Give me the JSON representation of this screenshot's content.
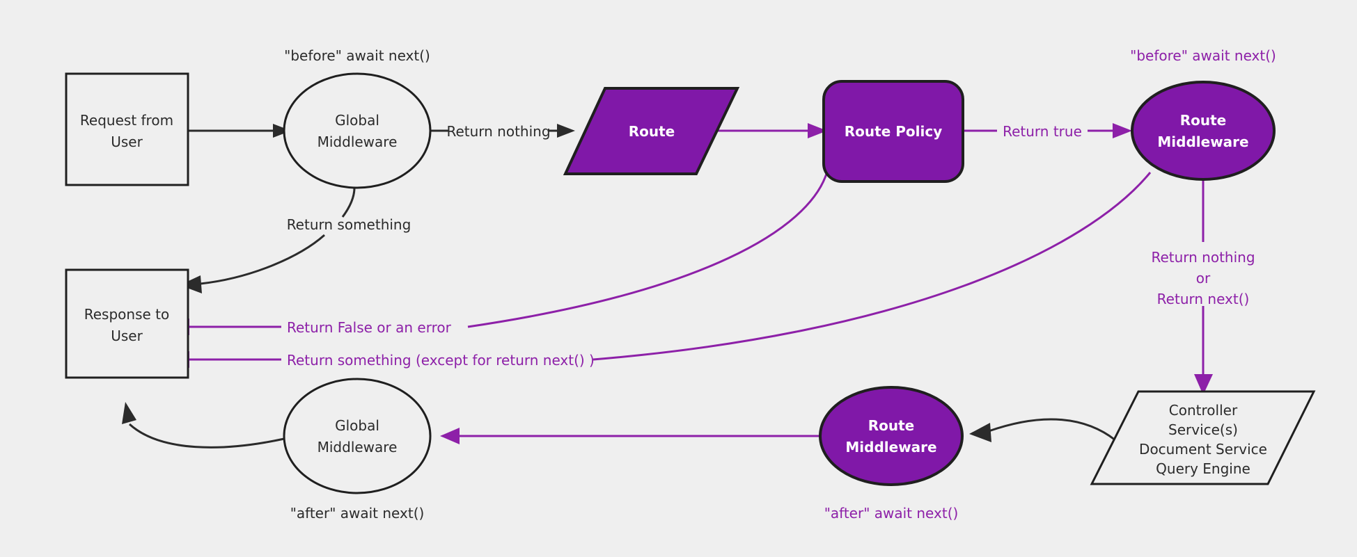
{
  "diagram": {
    "title": "Middleware request lifecycle flow",
    "background_color": "#efefef",
    "accent_color": "#8018a8",
    "line_color_dark": "#2b2b2b",
    "line_color_accent": "#8d20a8"
  },
  "nodes": {
    "request_from_user": {
      "line1": "Request from",
      "line2": "User",
      "shape": "rectangle",
      "style": "outline"
    },
    "global_middleware_top": {
      "line1": "Global",
      "line2": "Middleware",
      "shape": "ellipse",
      "style": "outline"
    },
    "route": {
      "line1": "Route",
      "shape": "parallelogram",
      "style": "filled"
    },
    "route_policy": {
      "line1": "Route Policy",
      "shape": "rounded-rectangle",
      "style": "filled"
    },
    "route_middleware_top": {
      "line1": "Route",
      "line2": "Middleware",
      "shape": "ellipse",
      "style": "filled"
    },
    "controller_stack": {
      "line1": "Controller",
      "line2": "Service(s)",
      "line3": "Document Service",
      "line4": "Query Engine",
      "shape": "parallelogram",
      "style": "outline"
    },
    "route_middleware_bottom": {
      "line1": "Route",
      "line2": "Middleware",
      "shape": "ellipse",
      "style": "filled"
    },
    "global_middleware_bottom": {
      "line1": "Global",
      "line2": "Middleware",
      "shape": "ellipse",
      "style": "outline"
    },
    "response_to_user": {
      "line1": "Response to",
      "line2": "User",
      "shape": "rectangle",
      "style": "outline"
    }
  },
  "annotations": {
    "before_await_next_global": "\"before\" await next()",
    "before_await_next_route": "\"before\" await next()",
    "after_await_next_global": "\"after\" await next()",
    "after_await_next_route": "\"after\" await next()"
  },
  "edges": {
    "request_to_global": {
      "label": "",
      "color": "dark"
    },
    "global_to_route": {
      "label": "Return nothing",
      "color": "dark"
    },
    "route_to_policy": {
      "label": "",
      "color": "accent"
    },
    "policy_to_route_middleware": {
      "label": "Return true",
      "color": "accent"
    },
    "global_to_response": {
      "label": "Return something",
      "color": "dark"
    },
    "policy_to_response": {
      "label": "Return False or an error",
      "color": "accent"
    },
    "route_middleware_to_response": {
      "label": "Return something (except for return next() )",
      "color": "accent"
    },
    "route_middleware_to_controller": {
      "label_line1": "Return nothing",
      "label_line2": "or",
      "label_line3": "Return next()",
      "color": "accent"
    },
    "controller_to_route_middleware_bottom": {
      "label": "",
      "color": "dark"
    },
    "route_middleware_bottom_to_global_bottom": {
      "label": "",
      "color": "accent"
    },
    "global_bottom_to_response": {
      "label": "",
      "color": "dark"
    }
  }
}
